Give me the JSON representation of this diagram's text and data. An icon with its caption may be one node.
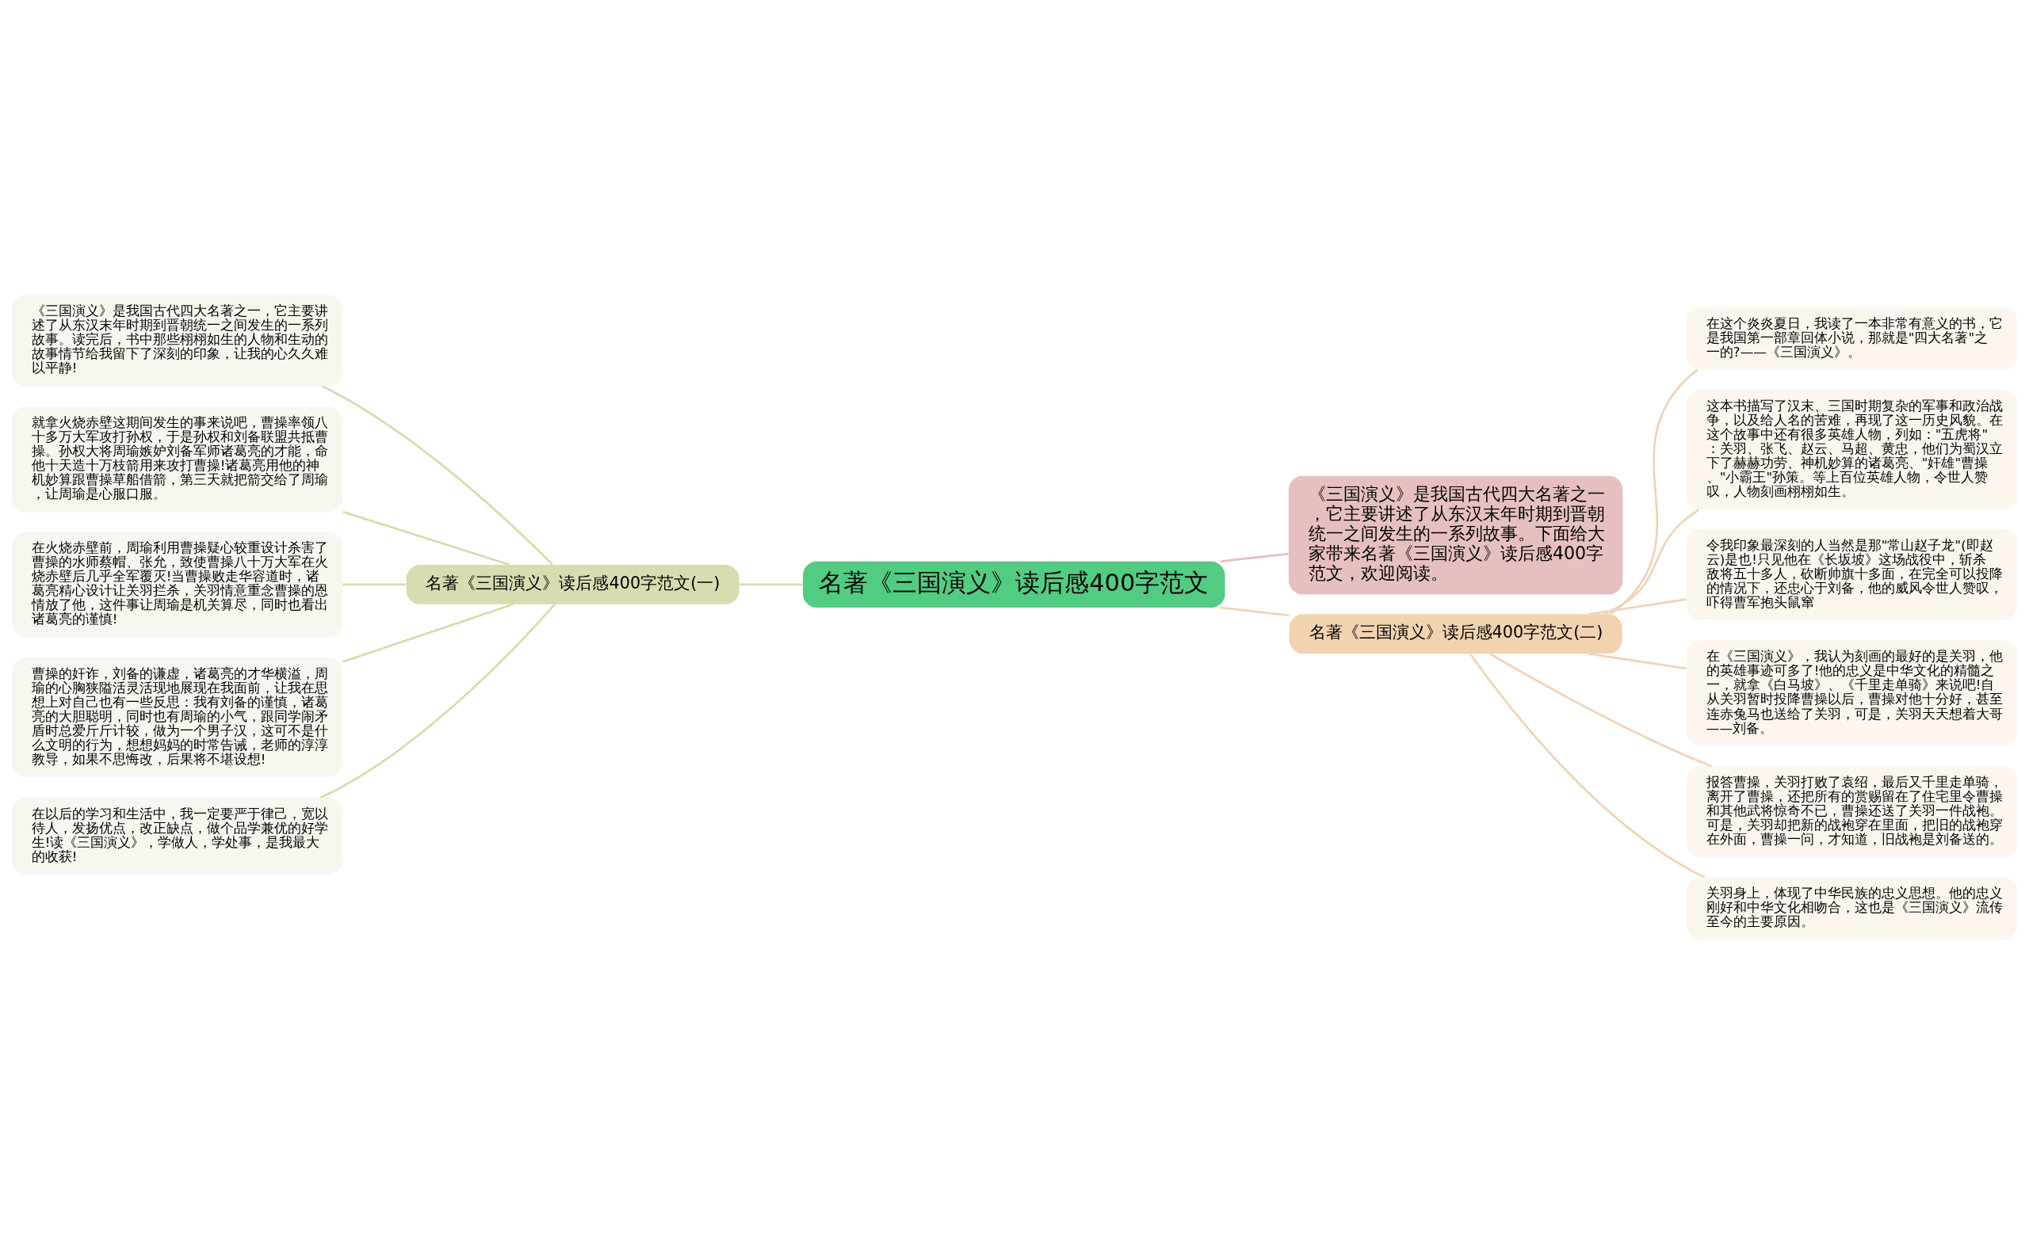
{
  "diagram": {
    "nodes": [
      {
        "text": [
          "名著《三国演义》读后感400字范文"
        ]
      },
      {
        "text": [
          "《三国演义》是我国古代四大名著之一，它主要讲述了从东汉末年时期到晋朝统一之间发生的一系列故事。下面给大家带来名著《三国演义》读后感400字范文，欢迎阅读。"
        ]
      },
      {
        "text": [
          "名著《三国演义》读后感400字范文(一)"
        ]
      },
      {
        "text": [
          "《三国演义》是我国古代四大名著之一，它主要讲述了从东汉末年时期到晋朝统一之间发生的一系列故事。读完后，书中那些栩栩如生的人物和生动的故事情节给我留下了深刻的印象，让我的心久久难以平静!"
        ]
      },
      {
        "text": [
          "就拿火烧赤壁这期间发生的事来说吧，曹操率领八十多万大军攻打孙权，于是孙权和刘备联盟共抵曹操。孙权大将周瑜嫉妒刘备军师诸葛亮的才能，命他十天造十万枝箭用来攻打曹操!诸葛亮用他的神机妙算跟曹操草船借箭，第三天就把箭交给了周瑜，让周瑜是心服口服。"
        ]
      },
      {
        "text": [
          "在火烧赤壁前，周瑜利用曹操疑心较重设计杀害了曹操的水师蔡帽、张允，致使曹操八十万大军在火烧赤壁后几乎全军覆灭!当曹操败走华容道时，诸葛亮精心设计让关羽拦杀，关羽情意重念曹操的恩情放了他，这件事让周瑜是机关算尽，同时也看出诸葛亮的谨慎!"
        ]
      },
      {
        "text": [
          "曹操的奸诈，刘备的谦虚，诸葛亮的才华横溢，周瑜的心胸狭隘活灵活现地展现在我面前，让我在思想上对自己也有一些反思：我有刘备的谨慎，诸葛亮的大胆聪明，同时也有周瑜的小气，跟同学闹矛盾时总爱斤斤计较，做为一个男子汉，这可不是什么文明的行为，想想妈妈的时常告诫，老师的淳淳教导，如果不思悔改，后果将不堪设想!"
        ]
      },
      {
        "text": [
          "在以后的学习和生活中，我一定要严于律己，宽以待人，发扬优点，改正缺点，做个品学兼优的好学生!读《三国演义》，学做人，学处事，是我最大的收获!"
        ]
      },
      {
        "text": [
          "名著《三国演义》读后感400字范文(二)"
        ]
      },
      {
        "text": [
          "在这个炎炎夏日，我读了一本非常有意义的书，它是我国第一部章回体小说，那就是\"四大名著\"之一的?——《三国演义》。"
        ]
      },
      {
        "text": [
          "这本书描写了汉末、三国时期复杂的军事和政治战争，以及给人名的苦难，再现了这一历史风貌。在这个故事中还有很多英雄人物，列如：\"五虎将\"：关羽、张飞、赵云、马超、黄忠，他们为蜀汉立下了赫赫功劳、神机妙算的诸葛亮、\"奸雄\"曹操、\"小霸王\"孙策。等上百位英雄人物，令世人赞叹，人物刻画栩栩如生。"
        ]
      },
      {
        "text": [
          "令我印象最深刻的人当然是那\"常山赵子龙\"(即赵云)是也!只见他在《长坂坡》这场战役中，斩杀敌将五十多人，砍断帅旗十多面，在完全可以投降的情况下，还忠心于刘备，他的威风令世人赞叹，吓得曹军抱头鼠窜"
        ]
      },
      {
        "text": [
          "在《三国演义》，我认为刻画的最好的是关羽，他的英雄事迹可多了!他的忠义是中华文化的精髓之一，就拿《白马坡》、《千里走单骑》来说吧!自从关羽暂时投降曹操以后，曹操对他十分好，甚至连赤兔马也送给了关羽，可是，关羽天天想着大哥——刘备。"
        ]
      },
      {
        "text": [
          "报答曹操，关羽打败了袁绍，最后又千里走单骑，离开了曹操，还把所有的赏赐留在了住宅里令曹操和其他武将惊奇不已，曹操还送了关羽一件战袍。可是，关羽却把新的战袍穿在里面，把旧的战袍穿在外面，曹操一问，才知道，旧战袍是刘备送的。"
        ]
      },
      {
        "text": [
          "关羽身上，体现了中华民族的忠义思想。他的忠义刚好和中华文化相吻合，这也是《三国演义》流传至今的主要原因。"
        ]
      }
    ],
    "edges": [
      {
        "from": 0,
        "to": 1,
        "arrow": "none",
        "color": "#e8bcbc"
      },
      {
        "from": 0,
        "to": 2,
        "arrow": "none",
        "color": "#d8dcae"
      },
      {
        "from": 2,
        "to": 3,
        "arrow": "none",
        "color": "#d8dcae"
      },
      {
        "from": 2,
        "to": 4,
        "arrow": "none",
        "color": "#d8dcae"
      },
      {
        "from": 2,
        "to": 5,
        "arrow": "none",
        "color": "#d8dcae"
      },
      {
        "from": 2,
        "to": 6,
        "arrow": "none",
        "color": "#d8dcae"
      },
      {
        "from": 2,
        "to": 7,
        "arrow": "none",
        "color": "#d8dcae"
      },
      {
        "from": 0,
        "to": 8,
        "arrow": "none"
      },
      {
        "from": 8,
        "to": 9,
        "arrow": "none"
      },
      {
        "from": 8,
        "to": 10,
        "arrow": "none"
      },
      {
        "from": 8,
        "to": 11,
        "arrow": "none"
      },
      {
        "from": 8,
        "to": 12,
        "arrow": "none"
      },
      {
        "from": 8,
        "to": 13,
        "arrow": "none"
      },
      {
        "from": 8,
        "to": 14,
        "arrow": "none"
      }
    ]
  }
}
